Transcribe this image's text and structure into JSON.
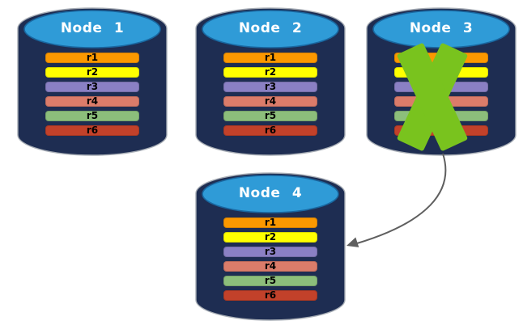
{
  "nodes": [
    {
      "label": "Node 1",
      "records": [
        "r1",
        "r2",
        "r3",
        "r4",
        "r5",
        "r6"
      ]
    },
    {
      "label": "Node 2",
      "records": [
        "r1",
        "r2",
        "r3",
        "r4",
        "r5",
        "r6"
      ]
    },
    {
      "label": "Node 3",
      "records": [
        "r1",
        "r2",
        "r3",
        "r4",
        "r5",
        "r6"
      ]
    },
    {
      "label": "Node 4",
      "records": [
        "r1",
        "r2",
        "r3",
        "r4",
        "r5",
        "r6"
      ]
    }
  ],
  "record_colors": [
    "#FB9800",
    "#FFFF00",
    "#8A80C4",
    "#DB7C6A",
    "#8CBE7B",
    "#C2412A"
  ],
  "colors": {
    "cylinder_body": "#1E2D52",
    "cylinder_top": "#2F9BD7",
    "cylinder_top_border": "#1967A0",
    "cylinder_outline": "#A8AEB6",
    "failure_x": "#79C31E",
    "arrow": "#5F5F5F",
    "record_text": "#000000",
    "title_text": "#FFFFFF"
  }
}
